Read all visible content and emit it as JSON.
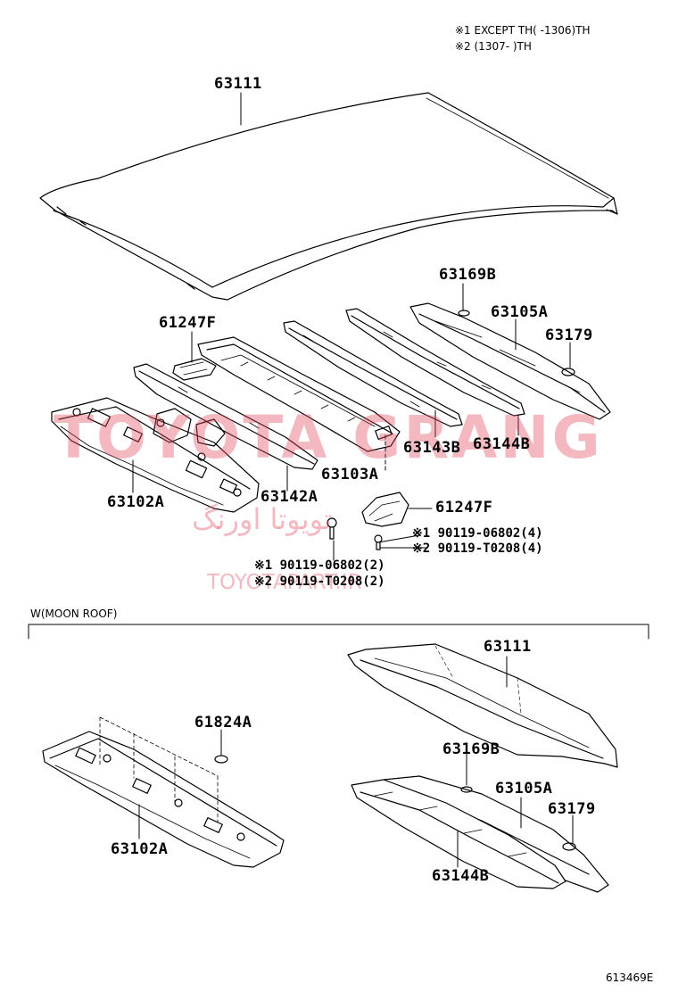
{
  "notes": {
    "except_line": "※1 EXCEPT TH(     -1306)TH",
    "range_line": "※2 (1307-       )TH",
    "section_label": "W(MOON ROOF)",
    "figure_code": "613469E"
  },
  "parts": {
    "roof_panel": "63111",
    "reinforcement_63169b": "63169B",
    "bracket_61247f_top": "61247F",
    "reinforcement_63105a": "63105A",
    "hole_plug": "63179",
    "reinforcement_63143b": "63143B",
    "reinforcement_63144b": "63144B",
    "reinforcement_63103a": "63103A",
    "reinforcement_63102a": "63102A",
    "reinforcement_63142a": "63142A",
    "bracket_61247f_bottom": "61247F",
    "moon_roof_panel": "63111",
    "moon_roof_63169b": "63169B",
    "moon_roof_63105a": "63105A",
    "moon_roof_63179": "63179",
    "moon_roof_63144b": "63144B",
    "moon_roof_61824a": "61824A",
    "moon_roof_63102a": "63102A"
  },
  "fasteners": {
    "right_1": "※1 90119-06802(4)",
    "right_2": "※2 90119-T0208(4)",
    "left_1": "※1 90119-06802(2)",
    "left_2": "※2 90119-T0208(2)"
  },
  "watermark": {
    "main": "TOYOTA GRANG",
    "arabic": "تویوتا اورنگ",
    "sub": "TOYOTAPART.IR"
  }
}
